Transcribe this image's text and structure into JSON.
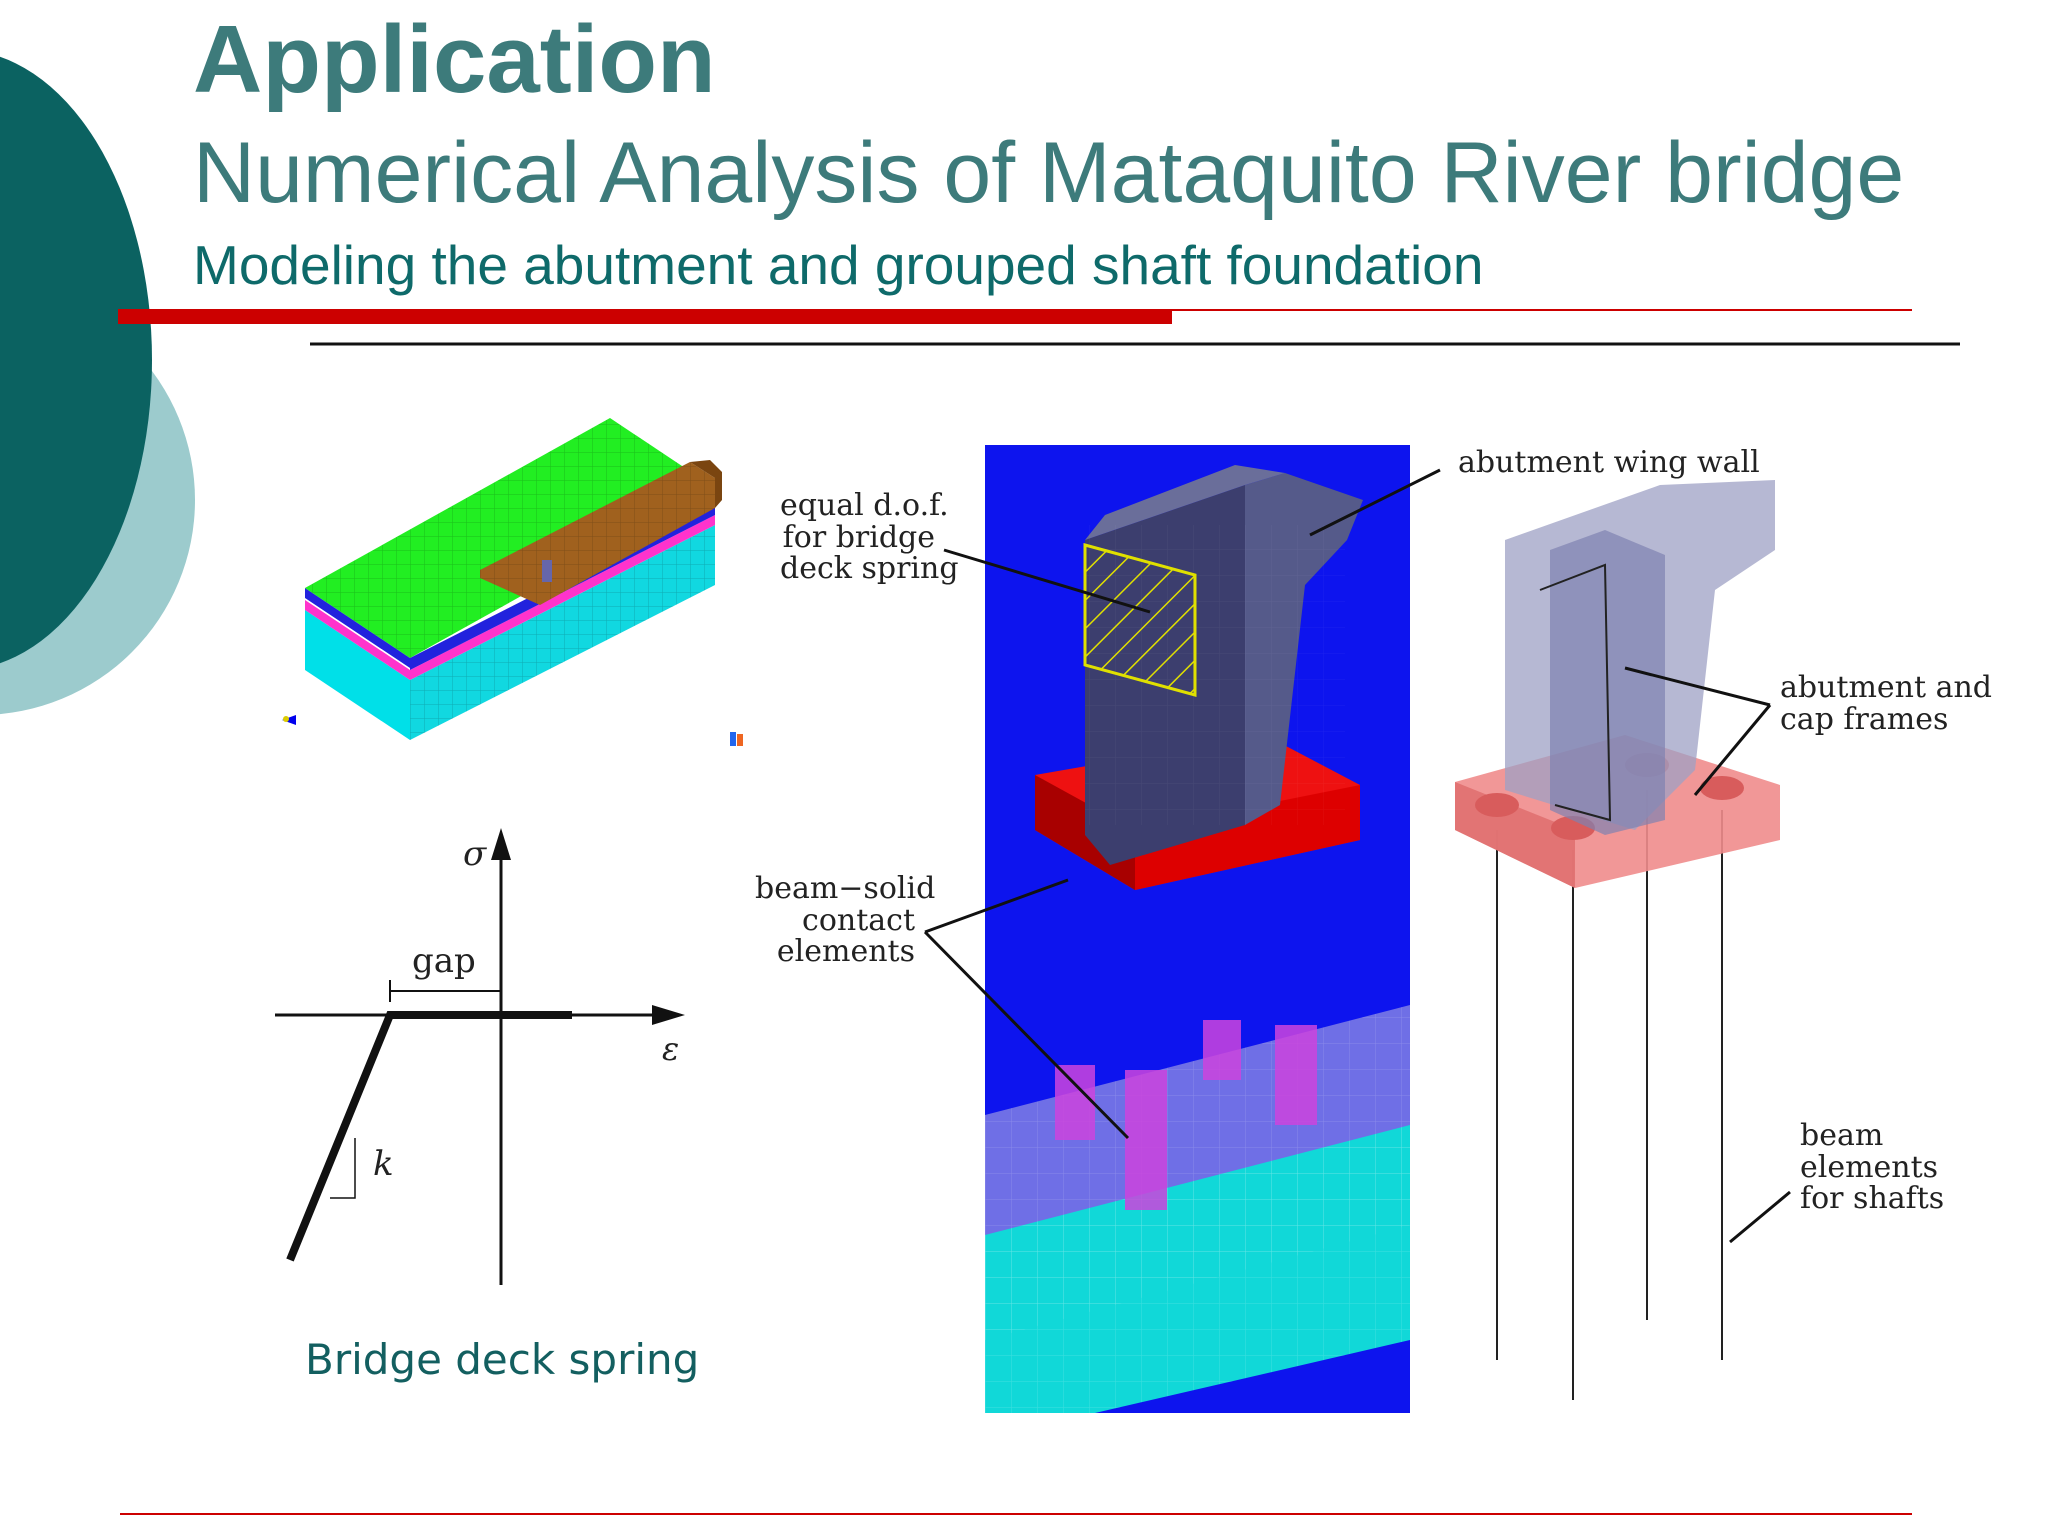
{
  "slide": {
    "title": "Application",
    "subtitle": "Numerical Analysis of Mataquito River bridge",
    "subheading": "Modeling the abutment and grouped shaft foundation",
    "caption": "Bridge deck spring"
  },
  "spring_diagram": {
    "sigma": "σ",
    "epsilon": "ε",
    "gap": "gap",
    "k": "k"
  },
  "labels": {
    "equal_dof": [
      "equal d.o.f.",
      "for bridge",
      "deck spring"
    ],
    "beam_solid": [
      "beam−solid",
      "contact",
      "elements"
    ],
    "wing_wall": "abutment wing wall",
    "cap_frames": [
      "abutment and",
      "cap frames"
    ],
    "beam_elements": [
      "beam",
      "elements",
      "for shafts"
    ]
  },
  "colors": {
    "teal_dark": "#0b6261",
    "teal_light": "#9ccbcd",
    "title_teal": "#3d7b7b",
    "accent_red": "#cc0000"
  }
}
